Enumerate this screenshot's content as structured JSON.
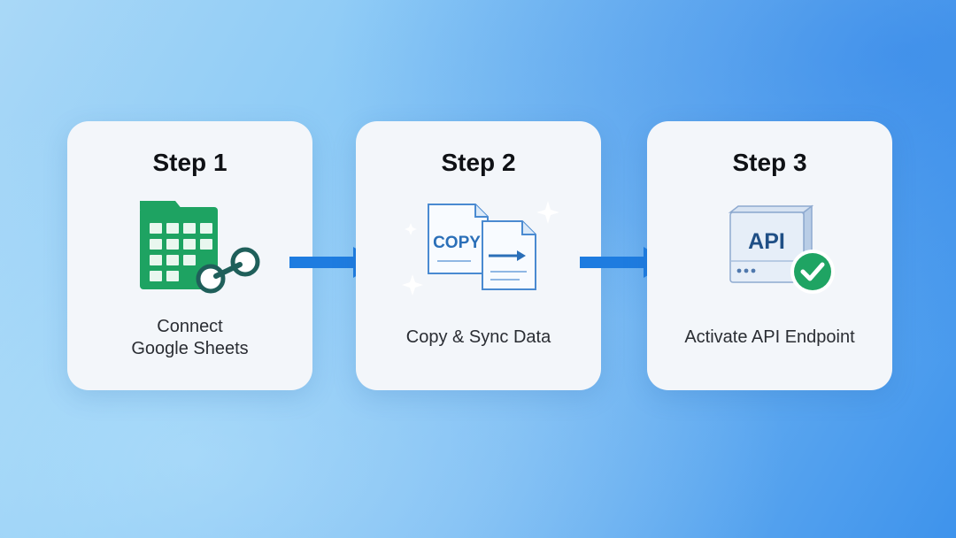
{
  "steps": [
    {
      "title": "Step 1",
      "caption": "Connect\nGoogle Sheets",
      "icon": "google-sheets-link-icon"
    },
    {
      "title": "Step 2",
      "caption": "Copy & Sync Data",
      "icon": "copy-documents-icon",
      "icon_label": "COPY"
    },
    {
      "title": "Step 3",
      "caption": "Activate API Endpoint",
      "icon": "api-server-check-icon",
      "icon_label": "API"
    }
  ],
  "connectors": [
    "arrow-right-icon",
    "arrow-right-icon"
  ],
  "colors": {
    "sheets_green": "#1ea362",
    "link_teal": "#1f5f5a",
    "arrow_blue": "#1e7ce0",
    "doc_blue": "#2b6fb8",
    "check_green": "#1fa463"
  }
}
